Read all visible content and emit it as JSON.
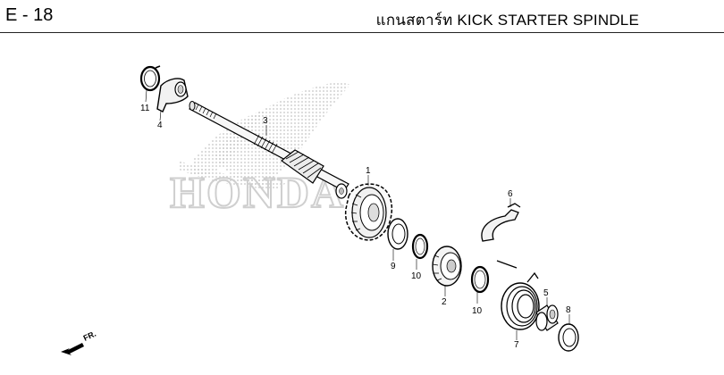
{
  "header": {
    "page_code": "E - 18",
    "title": "แกนสตาร์ท  KICK STARTER SPINDLE"
  },
  "watermark": {
    "brand_text": "HONDA"
  },
  "direction_indicator": {
    "label": "FR."
  },
  "callouts": {
    "c11": "11",
    "c4": "4",
    "c3": "3",
    "c1": "1",
    "c6": "6",
    "c9": "9",
    "c10a": "10",
    "c2": "2",
    "c10b": "10",
    "c5": "5",
    "c7": "7",
    "c8": "8"
  }
}
